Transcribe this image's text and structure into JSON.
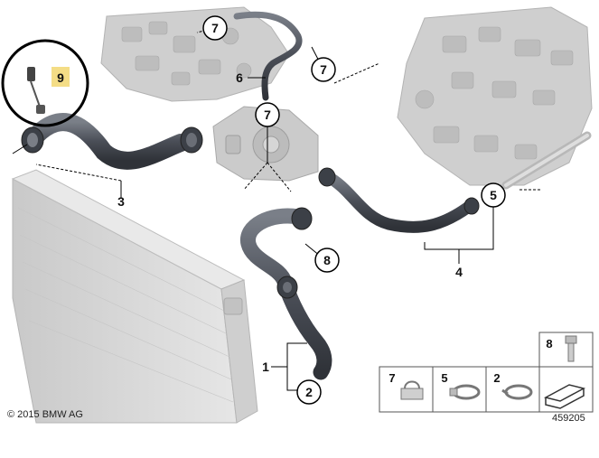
{
  "callouts": {
    "c7a": "7",
    "c7b": "7",
    "c7c": "7",
    "c5": "5",
    "c8": "8",
    "c2": "2"
  },
  "labels": {
    "l6": "6",
    "l3": "3",
    "l4": "4",
    "l1": "1",
    "l9": "9"
  },
  "legend": {
    "items": [
      {
        "num": "7",
        "icon": "hose-clip-icon"
      },
      {
        "num": "5",
        "icon": "band-clamp-icon"
      },
      {
        "num": "2",
        "icon": "spring-clamp-icon"
      },
      {
        "num": "8",
        "icon": "bolt-icon"
      }
    ]
  },
  "footer": {
    "copyright": "© 2015 BMW AG",
    "diagram_id": "459205"
  },
  "colors": {
    "hose": "#4a4e57",
    "engine": "#c8c8c8",
    "radiator": "#d9d9d9",
    "highlight": "#f4dd86"
  }
}
